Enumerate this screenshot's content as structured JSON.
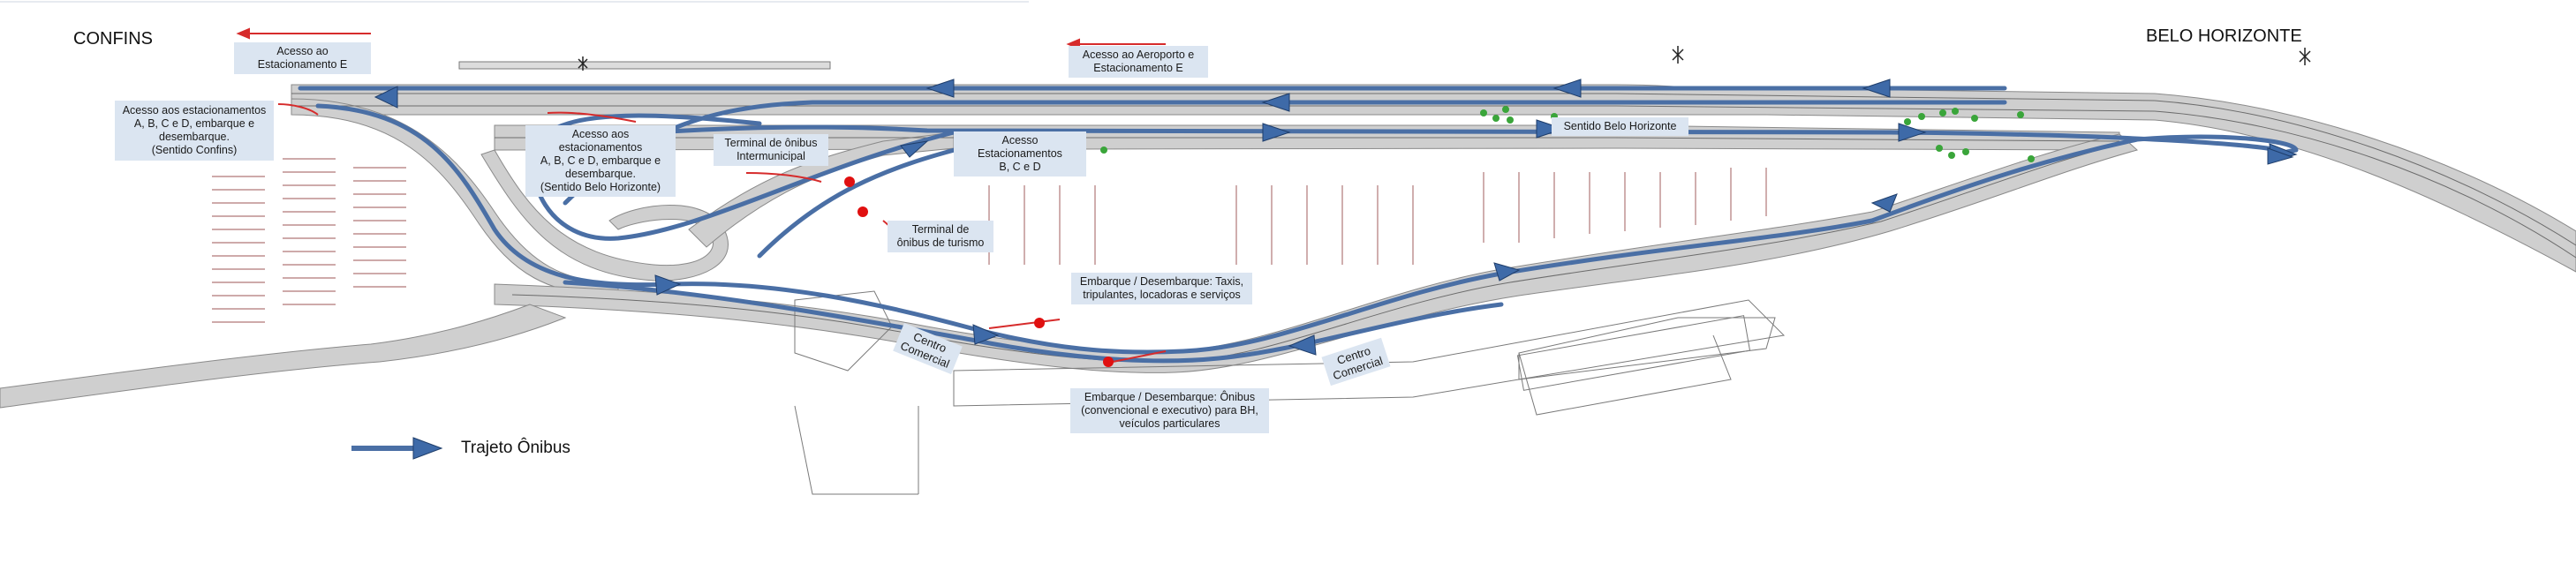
{
  "cities": {
    "left": "CONFINS",
    "right": "BELO HORIZONTE"
  },
  "labels": {
    "estacionamento_e": "Acesso ao\nEstacionamento E",
    "aeroporto_e": "Acesso ao Aeroporto e\nEstacionamento E",
    "sentido_confins": "Acesso aos estacionamentos\nA, B, C e D, embarque e\ndesembarque.\n(Sentido Confins)",
    "sentido_bh_acessos": "Acesso aos estacionamentos\nA, B, C e D, embarque e\ndesembarque.\n(Sentido Belo Horizonte)",
    "terminal_intermunicipal": "Terminal de ônibus\nIntermunicipal",
    "acesso_bcd": "Acesso Estacionamentos\nB, C e D",
    "sentido_bh": "Sentido Belo Horizonte",
    "terminal_turismo": "Terminal de\nônibus de turismo",
    "embarque_taxis": "Embarque / Desembarque: Taxis,\ntripulantes, locadoras e serviços",
    "embarque_onibus": "Embarque / Desembarque: Ônibus\n(convencional e executivo) para BH,\nveículos particulares",
    "centro_comercial_left": "Centro\nComercial",
    "centro_comercial_right": "Centro\nComercial"
  },
  "legend": {
    "label": "Trajeto Ônibus"
  },
  "colors": {
    "bus_route": "#4a6fa5",
    "bus_arrow": "#3e6aa8",
    "access_arrow": "#d62b2b",
    "stop_marker": "#e01010",
    "road_fill": "#cfcfcf",
    "callout_bg": "#dbe5f1",
    "tree": "#3aa53a"
  },
  "icons": {
    "north": "north-arrow-icon",
    "bus_stop": "red-dot-marker",
    "tree": "tree-icon"
  }
}
